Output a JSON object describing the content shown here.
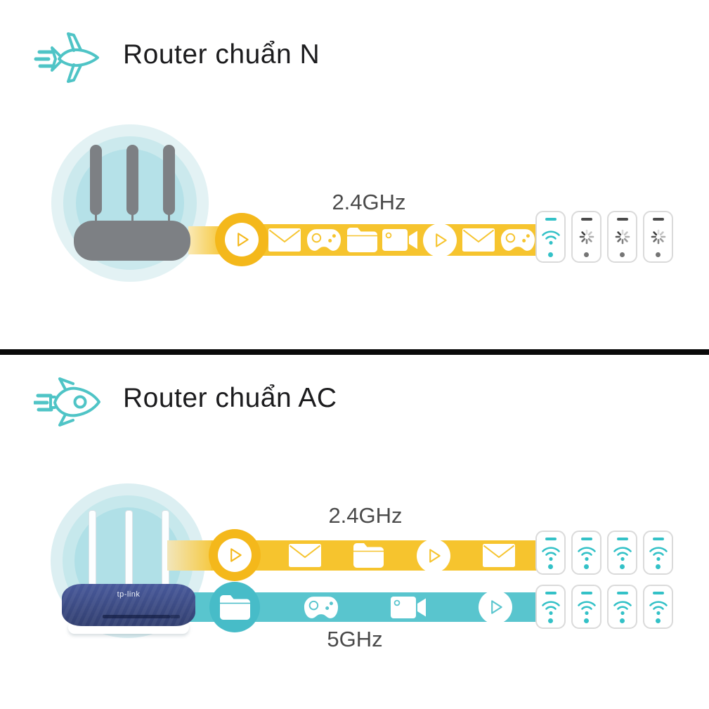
{
  "colors": {
    "accent_teal": "#4FC4C6",
    "yellow_band": "#F6C42E",
    "yellow_bump": "#F4B81B",
    "pale_yellow": "#FAE9B5",
    "teal_band": "#59C5CE",
    "teal_bump": "#47BCC8",
    "wifi_teal": "#33C1C7",
    "spinner_gray": "#3F3F3F",
    "router_gray": "#7D8084",
    "router_navy": "#3C4B83",
    "divider_black": "#0A0A0A",
    "title_dark": "#1C1C1E",
    "label_gray": "#4A4A4A"
  },
  "section_n": {
    "title": "Router chuẩn N",
    "icon": "airplane-icon",
    "band": {
      "label": "2.4GHz",
      "color_name": "yellow",
      "stream_icons": [
        "play",
        "mail",
        "gamepad",
        "folder",
        "camera",
        "play",
        "mail",
        "gamepad"
      ],
      "devices": [
        "connected",
        "buffering",
        "buffering",
        "buffering"
      ]
    }
  },
  "section_ac": {
    "title": "Router chuẩn AC",
    "icon": "rocket-icon",
    "router_brand": "tp-link",
    "bands": [
      {
        "label": "2.4GHz",
        "color_name": "yellow",
        "stream_icons": [
          "play",
          "mail",
          "folder",
          "play",
          "mail"
        ],
        "devices": [
          "connected",
          "connected",
          "connected",
          "connected"
        ]
      },
      {
        "label": "5GHz",
        "color_name": "teal",
        "stream_icons": [
          "folder",
          "gamepad",
          "camera",
          "play"
        ],
        "devices": [
          "connected",
          "connected",
          "connected",
          "connected"
        ]
      }
    ]
  }
}
